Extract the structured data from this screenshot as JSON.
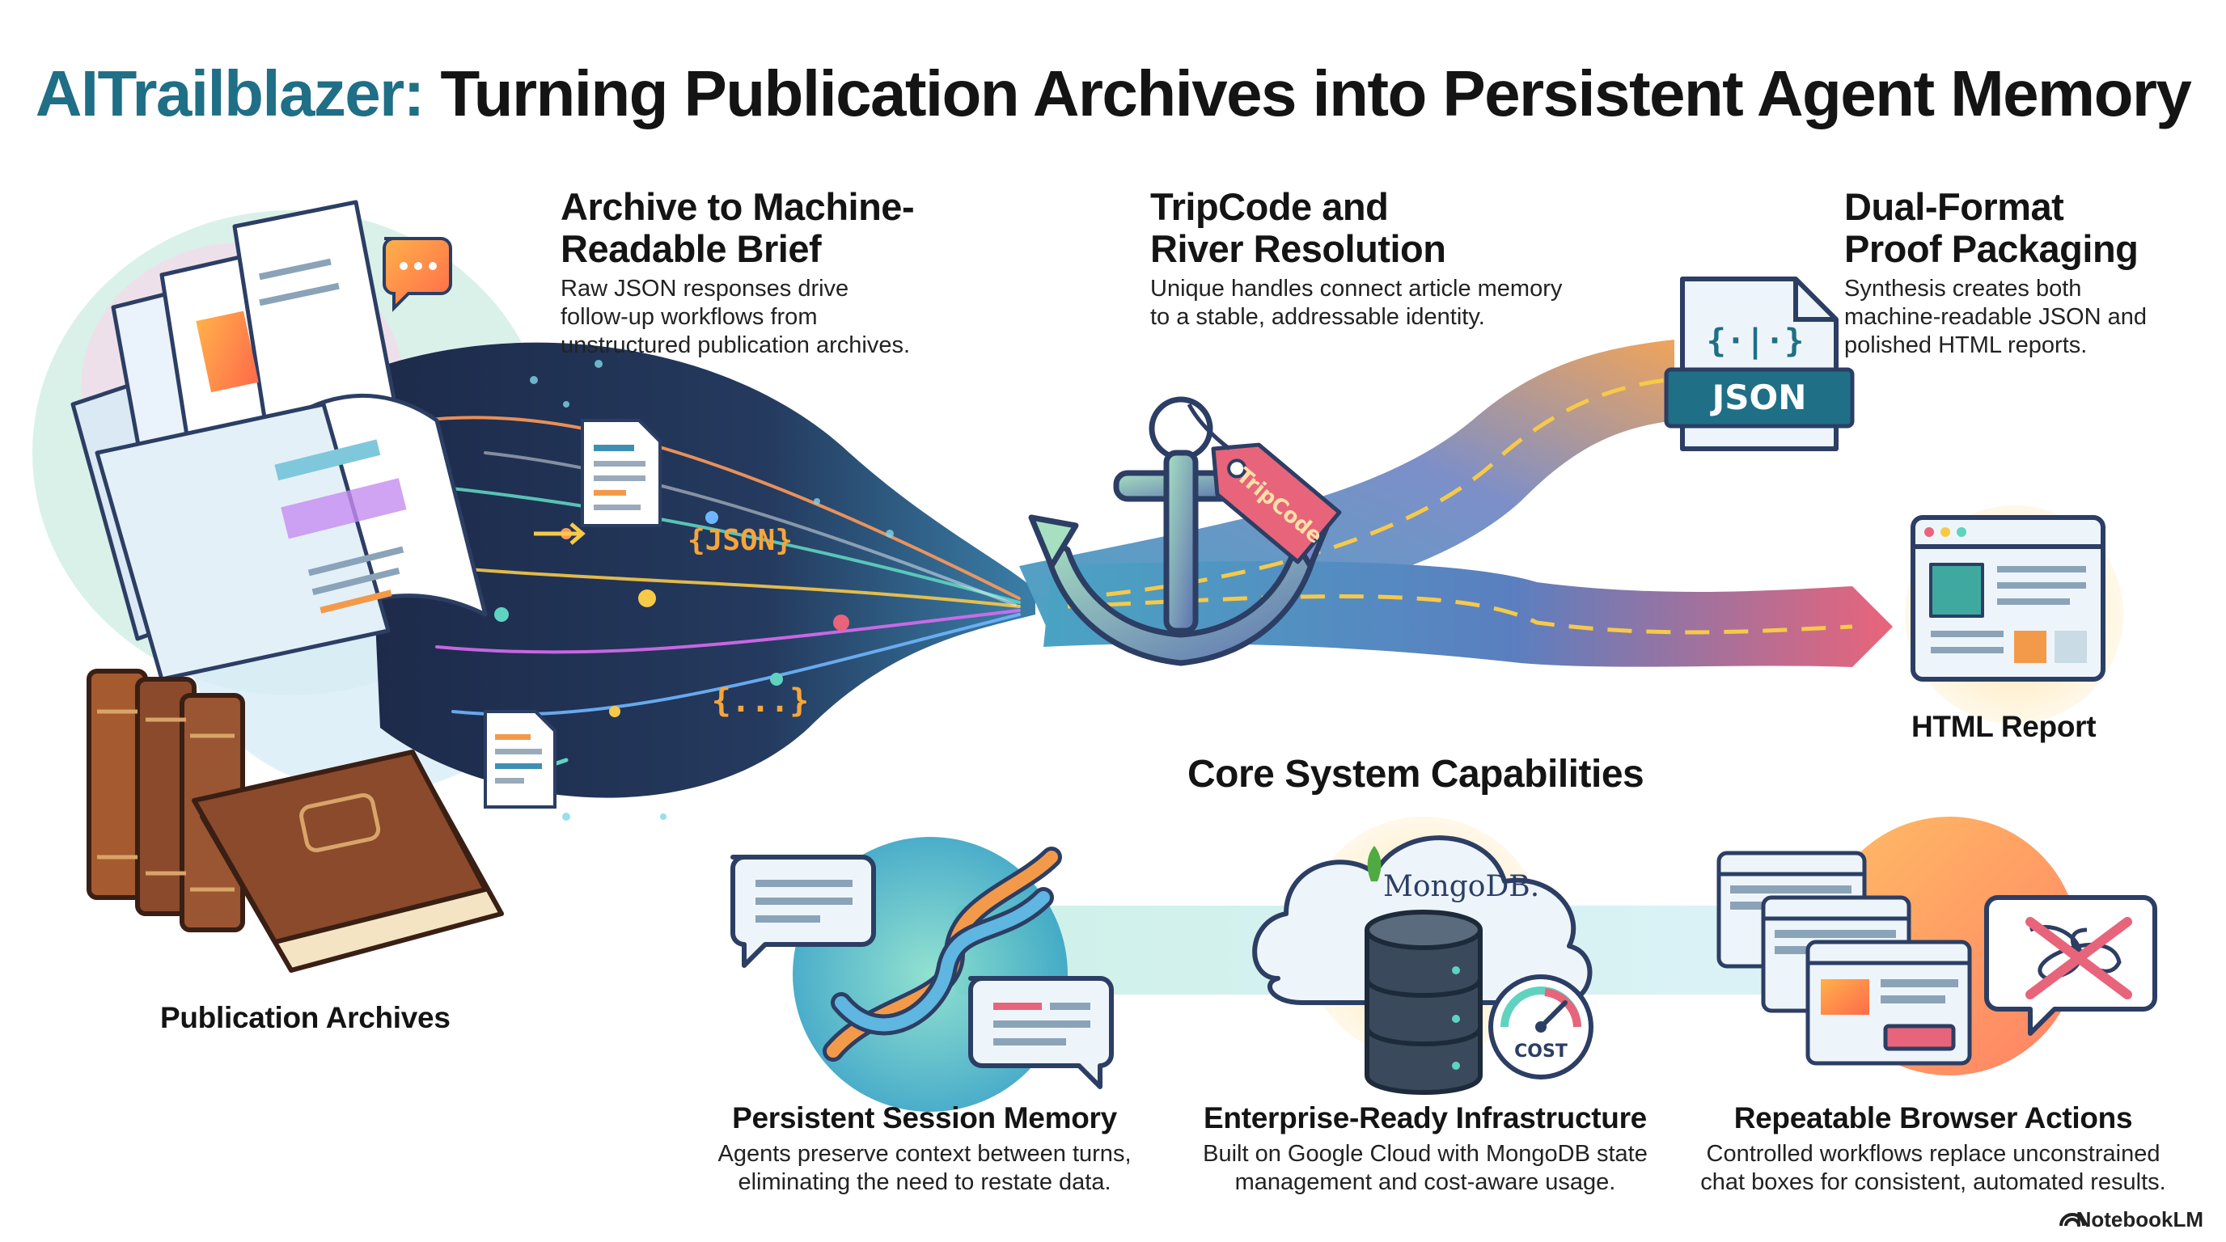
{
  "title": {
    "accent": "AITrailblazer:",
    "rest": " Turning Publication Archives into Persistent Agent Memory"
  },
  "steps": [
    {
      "heading_line1": "Archive to Machine-",
      "heading_line2": "Readable Brief",
      "desc_line1": "Raw JSON responses drive",
      "desc_line2": "follow-up workflows from",
      "desc_line3": "unstructured publication archives."
    },
    {
      "heading_line1": "TripCode and",
      "heading_line2": "River Resolution",
      "desc_line1": "Unique handles connect article memory",
      "desc_line2": "to a stable, addressable identity."
    },
    {
      "heading_line1": "Dual-Format",
      "heading_line2": "Proof Packaging",
      "desc_line1": "Synthesis creates both",
      "desc_line2": "machine-readable JSON and",
      "desc_line3": "polished HTML reports."
    }
  ],
  "labels": {
    "archives": "Publication Archives",
    "html_report": "HTML Report",
    "json_badge": "JSON",
    "json_brackets": "{·|·}",
    "stream_json": "{JSON}",
    "stream_dots": "{...}",
    "tripcode_tag": "TripCode",
    "mongodb": "MongoDB.",
    "cost": "COST"
  },
  "capabilities": {
    "heading": "Core System Capabilities",
    "items": [
      {
        "title": "Persistent Session Memory",
        "desc_line1": "Agents preserve context between turns,",
        "desc_line2": "eliminating the need to restate data."
      },
      {
        "title": "Enterprise-Ready Infrastructure",
        "desc_line1": "Built on Google Cloud with MongoDB state",
        "desc_line2": "management and cost-aware usage."
      },
      {
        "title": "Repeatable Browser Actions",
        "desc_line1": "Controlled workflows replace unconstrained",
        "desc_line2": "chat boxes for consistent, automated results."
      }
    ]
  },
  "brand": "NotebookLM",
  "colors": {
    "accent": "#1f6f86",
    "river": "#4aa3c3",
    "json_badge": "#1f6f86",
    "tag": "#e8647a",
    "book": "#8b4a2b"
  },
  "icons": [
    "document-stack-icon",
    "chat-bubble-icon",
    "book-stack-icon",
    "anchor-icon",
    "tag-icon",
    "json-file-icon",
    "browser-window-icon",
    "cloud-icon",
    "database-icon",
    "gauge-icon",
    "dna-helix-icon",
    "no-tangle-icon",
    "notebook-logo-icon"
  ]
}
